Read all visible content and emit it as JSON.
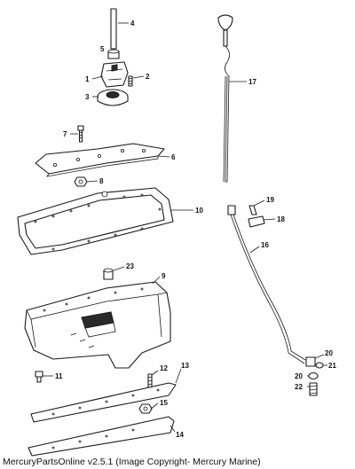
{
  "callouts": [
    "1",
    "2",
    "3",
    "4",
    "5",
    "6",
    "7",
    "8",
    "9",
    "10",
    "11",
    "12",
    "13",
    "14",
    "15",
    "16",
    "17",
    "18",
    "19",
    "20",
    "20",
    "21",
    "22",
    "23"
  ],
  "footer": {
    "text": "MercuryPartsOnline v2.5.1 (Image Copyright- Mercury Marine)"
  }
}
